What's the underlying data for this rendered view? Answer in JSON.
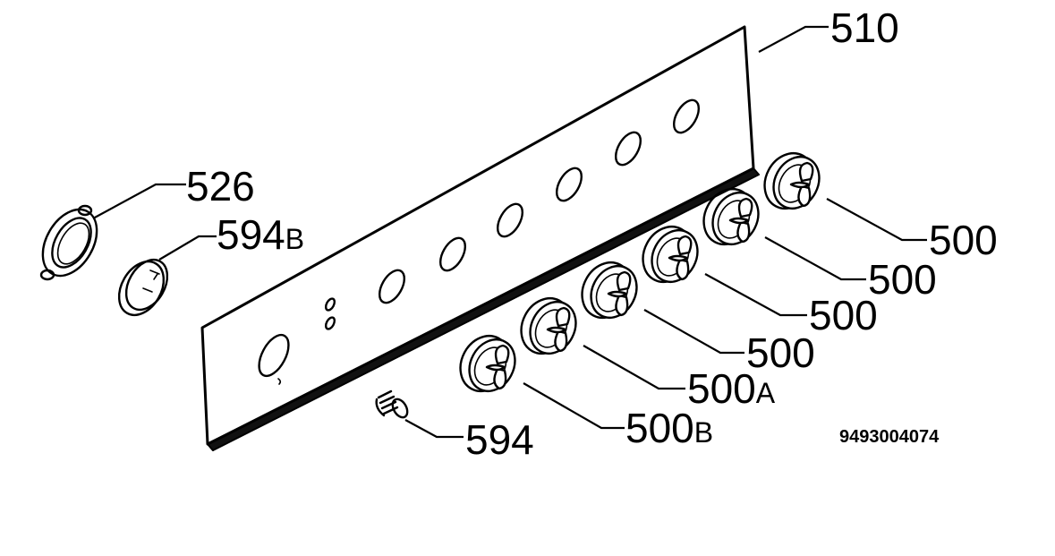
{
  "document_code": "9493004074",
  "callouts": {
    "panel": {
      "number": "510",
      "suffix": ""
    },
    "ring": {
      "number": "526",
      "suffix": ""
    },
    "cap": {
      "number": "594",
      "suffix": "B"
    },
    "screw": {
      "number": "594",
      "suffix": ""
    },
    "knob_1": {
      "number": "500",
      "suffix": "B"
    },
    "knob_2": {
      "number": "500",
      "suffix": "A"
    },
    "knob_3": {
      "number": "500",
      "suffix": ""
    },
    "knob_4": {
      "number": "500",
      "suffix": ""
    },
    "knob_5": {
      "number": "500",
      "suffix": ""
    },
    "knob_6": {
      "number": "500",
      "suffix": ""
    }
  }
}
